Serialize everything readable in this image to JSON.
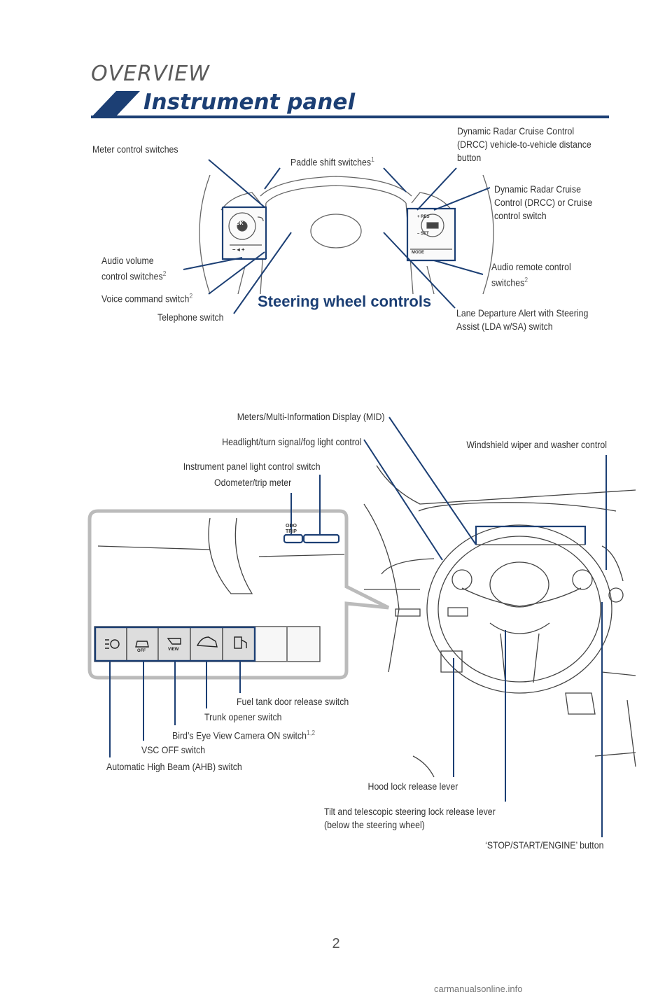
{
  "header": {
    "section": "OVERVIEW",
    "title": "Instrument panel",
    "accent_color": "#1c3f74"
  },
  "steering": {
    "heading": "Steering wheel controls",
    "labels": {
      "meter_control": "Meter control switches",
      "paddle_shift": "Paddle shift switches",
      "paddle_shift_sup": "1",
      "drcc_distance": [
        "Dynamic Radar Cruise Control",
        "(DRCC) vehicle-to-vehicle distance",
        "button"
      ],
      "drcc_switch": [
        "Dynamic Radar Cruise",
        "Control (DRCC) or Cruise",
        "control switch"
      ],
      "audio_volume": [
        "Audio volume",
        "control switches"
      ],
      "audio_volume_sup": "2",
      "voice_command": "Voice command switch",
      "voice_command_sup": "2",
      "telephone": "Telephone switch",
      "audio_remote": [
        "Audio remote control",
        "switches"
      ],
      "audio_remote_sup": "2",
      "lda": [
        "Lane Departure Alert with Steering",
        "Assist (LDA w/SA) switch"
      ]
    },
    "button_glyphs": {
      "ok": "OK",
      "res": "+ RES",
      "set": "– SET",
      "mode": "MODE",
      "vol": "– ◂ +"
    }
  },
  "dashboard": {
    "labels": {
      "meters_mid": "Meters/Multi-Information Display (MID)",
      "headlight": "Headlight/turn signal/fog light control",
      "panel_light": "Instrument panel light control switch",
      "odometer": "Odometer/trip meter",
      "wiper": "Windshield wiper and washer control",
      "fuel_door": "Fuel tank door release switch",
      "trunk": "Trunk opener switch",
      "birds_eye": "Bird’s Eye View Camera ON switch",
      "birds_eye_sup": "1,2",
      "vsc_off": "VSC OFF switch",
      "ahb": "Automatic High Beam (AHB) switch",
      "hood": "Hood lock release lever",
      "tilt": [
        "Tilt and telescopic steering lock release lever",
        "(below the steering wheel)"
      ],
      "stop_start": "‘STOP/START/ENGINE’ button"
    },
    "switch_glyphs": {
      "odo_top": "ODO",
      "odo_bottom": "TRIP",
      "vsc": "OFF",
      "view": "VIEW"
    }
  },
  "footer": {
    "page_number": "2",
    "watermark": "carmanualsonline.info"
  }
}
